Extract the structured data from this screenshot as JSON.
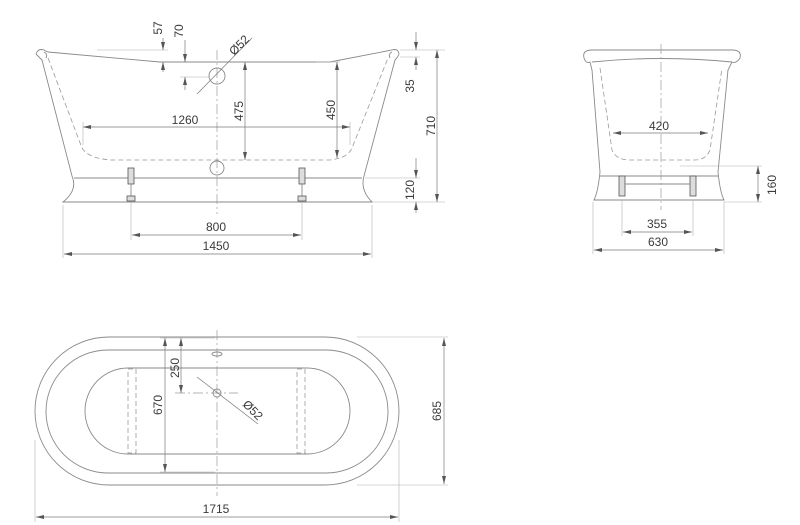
{
  "side_view": {
    "dim_rim_dip": "57",
    "dim_overflow_from_rim": "70",
    "dim_overflow_diameter": "Ø52",
    "dim_overflow_height": "475",
    "dim_inner_depth": "450",
    "dim_inner_length": "1260",
    "dim_rim_thickness": "35",
    "dim_total_height": "710",
    "dim_base_height": "120",
    "dim_leg_spacing": "800",
    "dim_base_length": "1450"
  },
  "end_view": {
    "dim_inner_width": "420",
    "dim_base_height": "160",
    "dim_leg_spacing": "355",
    "dim_base_width": "630"
  },
  "top_view": {
    "dim_overflow_offset": "250",
    "dim_inner_width": "670",
    "dim_drain_diameter": "Ø52",
    "dim_total_width": "685",
    "dim_total_length": "1715"
  }
}
